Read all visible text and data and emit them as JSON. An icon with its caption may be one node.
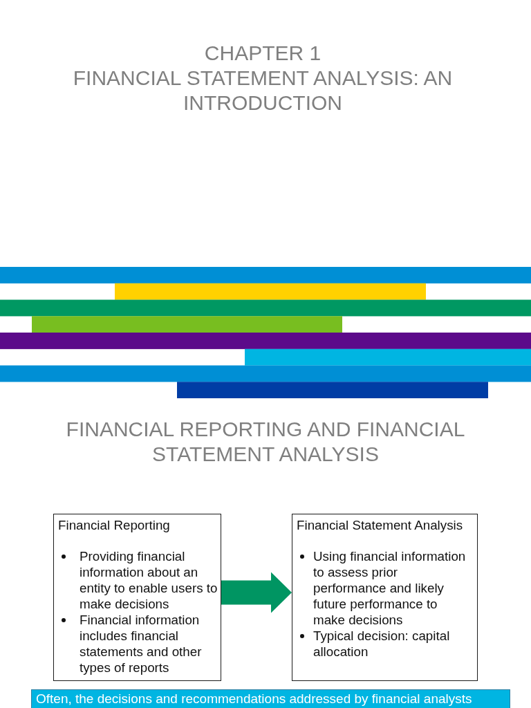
{
  "diagram": {
    "title": "FINANCIAL STATEMENT ANALYSIS: AN INTRODUCTION",
    "nodes": [
      {
        "text": [
          "Financial Reporting",
          "Providing financial information about an entity to enable users to make decisions",
          "Financial information includes financial statements and other types of reports"
        ]
      },
      {
        "text": [
          "Financial Statement Analysis",
          "Using financial information to assess prior performance and likely future performance to make decisions",
          "Typical decision: capital allocation"
        ]
      },
      {
        "text": [
          "Often, the decisions and recommendations addressed by financial analysts"
        ]
      }
    ],
    "edges": [
      {
        "from": 0,
        "to": 1,
        "arrow": "to",
        "style": "thick",
        "color": "#009562"
      }
    ],
    "labels": [
      "CHAPTER 1",
      "FINANCIAL REPORTING AND FINANCIAL STATEMENT ANALYSIS"
    ]
  }
}
